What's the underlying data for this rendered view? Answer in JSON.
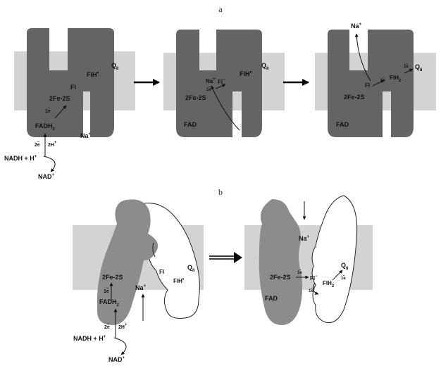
{
  "panels": {
    "a": "a",
    "b": "b"
  },
  "colors": {
    "membrane": "#d3d3d3",
    "protein_dark": "#646464",
    "protein_mid": "#8c8c8c",
    "outline": "#222222",
    "text": "#111111"
  },
  "labels": {
    "fl": "Fl",
    "flh": "FlH",
    "radical": "•",
    "q8_main": "Q",
    "q8_sub": "8",
    "fe2s": "2Fe-2S",
    "fadh_main": "FADH",
    "fadh_sub": "2",
    "fad": "FAD",
    "na_main": "Na",
    "na_sup": "+",
    "one_e": "1e",
    "two_e": "2e",
    "bar": "−",
    "two_h_main": "2H",
    "two_h_sup": "+",
    "nadh": "NADH + H",
    "nadh_sup": "+",
    "nad_main": "NAD",
    "nad_sup": "+",
    "fl_minus": "Fl",
    "minus_sup": "−",
    "flh2_main": "FlH",
    "flh2_sub": "2"
  }
}
